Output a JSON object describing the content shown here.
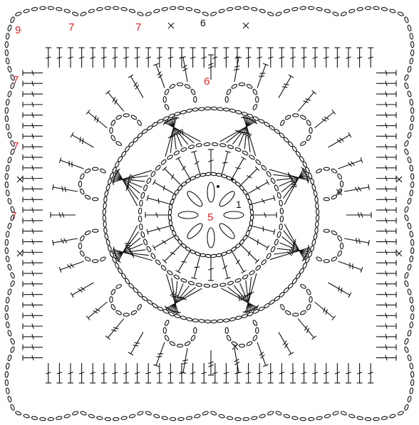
{
  "diagram": {
    "type": "crochet-chart",
    "round_labels": [
      {
        "id": "r1",
        "text": "1",
        "color": "#111111"
      },
      {
        "id": "r5",
        "text": "5",
        "color": "#e8202a"
      },
      {
        "id": "r6-top",
        "text": "6",
        "color": "#111111"
      },
      {
        "id": "r6",
        "text": "6",
        "color": "#e8202a"
      },
      {
        "id": "r7-a",
        "text": "7",
        "color": "#e8202a"
      },
      {
        "id": "r7-b",
        "text": "7",
        "color": "#e8202a"
      },
      {
        "id": "r7-c",
        "text": "7",
        "color": "#e8202a"
      },
      {
        "id": "r7-d",
        "text": "7",
        "color": "#e8202a"
      },
      {
        "id": "r7-e",
        "text": "7",
        "color": "#e8202a"
      },
      {
        "id": "r9",
        "text": "9",
        "color": "#e8202a"
      }
    ],
    "colors": {
      "ink": "#111111",
      "accent": "#e8202a",
      "background": "#ffffff"
    },
    "symbols": [
      "chain-stitch",
      "double-crochet",
      "slip-stitch",
      "single-crochet"
    ]
  }
}
